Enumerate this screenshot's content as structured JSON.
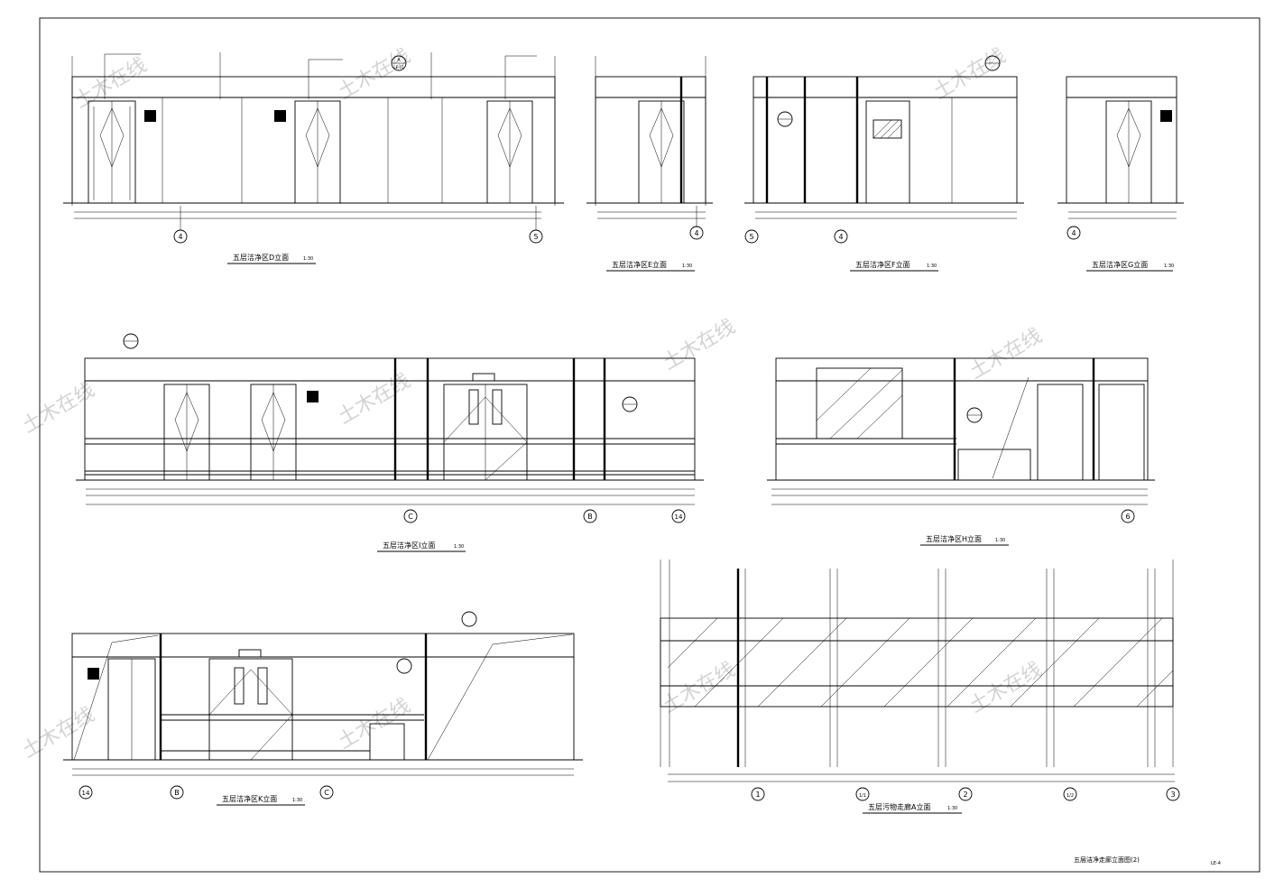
{
  "drawing": {
    "sheet_title": "五层洁净走廊立面图(2)",
    "sheet_number": "LE-4",
    "views": [
      {
        "id": "D",
        "title": "五层洁净区D立面",
        "scale": "1:30",
        "axes": [
          "4",
          "5"
        ]
      },
      {
        "id": "E",
        "title": "五层洁净区E立面",
        "scale": "1:30",
        "axes": [
          "4"
        ]
      },
      {
        "id": "F",
        "title": "五层洁净区F立面",
        "scale": "1:30",
        "axes": [
          "5",
          "4"
        ]
      },
      {
        "id": "G",
        "title": "五层洁净区G立面",
        "scale": "1:30",
        "axes": [
          "4"
        ]
      },
      {
        "id": "I",
        "title": "五层洁净区I立面",
        "scale": "1:30",
        "axes": [
          "C",
          "B",
          "14"
        ]
      },
      {
        "id": "H",
        "title": "五层洁净区H立面",
        "scale": "1:30",
        "axes": [
          "6"
        ]
      },
      {
        "id": "K",
        "title": "五层洁净区K立面",
        "scale": "1:30",
        "axes": [
          "14",
          "B",
          "C"
        ]
      },
      {
        "id": "A",
        "title": "五层污物走廊A立面",
        "scale": "1:30",
        "axes": [
          "1",
          "1/1",
          "2",
          "1/2",
          "3"
        ]
      }
    ],
    "section_tags": [
      "A",
      "LE-01"
    ],
    "watermark": "土木在线"
  }
}
